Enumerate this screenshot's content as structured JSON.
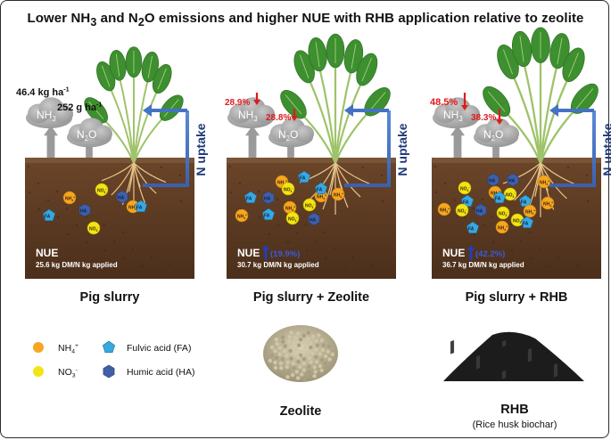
{
  "title": "Lower NH3 and N2O emissions and higher NUE with RHB application relative to zeolite",
  "title_html": "Lower NH<sub>3</sub> and N<sub>2</sub>O emissions and higher NUE with RHB application relative to zeolite",
  "colors": {
    "soil": "#5a3a23",
    "soil_dark": "#3f2817",
    "cloud": "#a9a9a9",
    "arrow_grey": "#9a9a9a",
    "uptake_arrow": "#4472c4",
    "red": "#e01b1b",
    "nh4": "#f5a623",
    "no3": "#f3e514",
    "fa": "#38a8df",
    "ha": "#3f5fa8",
    "plant": "#3d8f2f"
  },
  "panels": [
    {
      "caption": "Pig slurry",
      "nh3_value": "46.4 kg ha-1",
      "n2o_value": "252 g ha-1",
      "nh3_change": "",
      "n2o_change": "",
      "nue_label": "NUE",
      "nue_change": "",
      "nue_value": "25.6 kg DM/N kg applied",
      "uptake_label": "N uptake"
    },
    {
      "caption": "Pig slurry + Zeolite",
      "nh3_value": "",
      "n2o_value": "",
      "nh3_change": "28.9%",
      "n2o_change": "28.8%",
      "nue_label": "NUE",
      "nue_change": "(19.9%)",
      "nue_value": "30.7 kg DM/N kg applied",
      "uptake_label": "N uptake"
    },
    {
      "caption": "Pig slurry + RHB",
      "nh3_value": "",
      "n2o_value": "",
      "nh3_change": "48.5%",
      "n2o_change": "38.3%",
      "nue_label": "NUE",
      "nue_change": "(42.2%)",
      "nue_value": "36.7 kg DM/N kg applied",
      "uptake_label": "N uptake"
    }
  ],
  "gas_labels": {
    "nh3": "NH3",
    "n2o": "N2O"
  },
  "particle_labels": {
    "nh4": "NH4+",
    "no3": "NO3-",
    "fa": "FA",
    "ha": "HA"
  },
  "legend": [
    {
      "icon": "nh4",
      "label": "NH4+"
    },
    {
      "icon": "no3",
      "label": "NO3-"
    },
    {
      "icon": "fa",
      "label": "Fulvic acid (FA)"
    },
    {
      "icon": "ha",
      "label": "Humic acid (HA)"
    }
  ],
  "materials": [
    {
      "name": "Zeolite",
      "subtitle": ""
    },
    {
      "name": "RHB",
      "subtitle": "(Rice husk biochar)"
    }
  ]
}
